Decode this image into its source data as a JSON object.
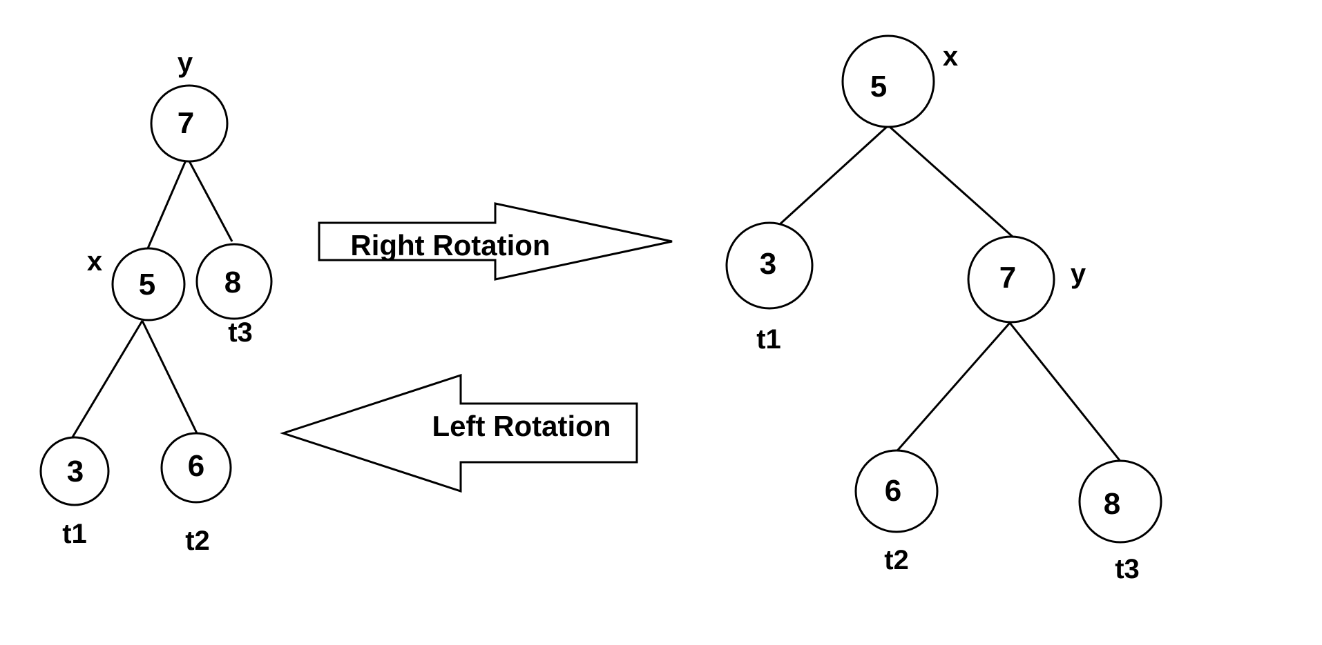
{
  "left_tree": {
    "root": {
      "value": "7",
      "label": "y"
    },
    "left_child": {
      "value": "5",
      "label": "x"
    },
    "right_child": {
      "value": "8",
      "subtree": "t3"
    },
    "left_grandchild": {
      "value": "3",
      "subtree": "t1"
    },
    "right_grandchild": {
      "value": "6",
      "subtree": "t2"
    }
  },
  "right_tree": {
    "root": {
      "value": "5",
      "label": "x"
    },
    "left_child": {
      "value": "3",
      "subtree": "t1"
    },
    "right_child": {
      "value": "7",
      "label": "y"
    },
    "left_grandchild": {
      "value": "6",
      "subtree": "t2"
    },
    "right_grandchild": {
      "value": "8",
      "subtree": "t3"
    }
  },
  "arrows": {
    "right_rotation": "Right Rotation",
    "left_rotation": "Left Rotation"
  }
}
